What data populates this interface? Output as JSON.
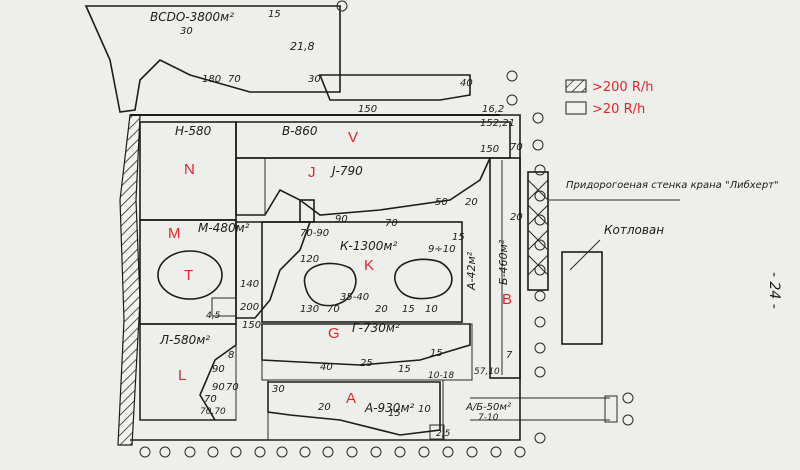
{
  "legend": {
    "high_label": ">200 R/h",
    "low_label": ">20 R/h"
  },
  "zones": [
    {
      "id": "N",
      "label": "N"
    },
    {
      "id": "V",
      "label": "V"
    },
    {
      "id": "J",
      "label": "J"
    },
    {
      "id": "M",
      "label": "M"
    },
    {
      "id": "T",
      "label": "T"
    },
    {
      "id": "K",
      "label": "K"
    },
    {
      "id": "B",
      "label": "B"
    },
    {
      "id": "G",
      "label": "G"
    },
    {
      "id": "L",
      "label": "L"
    },
    {
      "id": "A",
      "label": "A"
    }
  ],
  "annotations": {
    "area_top": "ВСDО-3800м²",
    "area_n": "Н-580",
    "area_v": "В-860",
    "area_j": "J-790",
    "area_m": "М-480м²",
    "area_k": "К-1300м²",
    "area_g": "Г-730м²",
    "area_l": "Л-580м²",
    "area_a": "А-930м²",
    "area_b": "Б-460м²",
    "area_vert": "А-42м²",
    "area_small": "А/Б-50м²",
    "note_crane": "Придорогоеная стенка крана \"Либхерт\"",
    "note_pit": "Котлован",
    "page_number": "- 24 -",
    "reading_218": "21,8",
    "reading_162": "16,2",
    "reading_152": "152,21",
    "reading_910": "9÷10",
    "reading_3540": "35-40",
    "reading_7090": "70-90",
    "reading_1018": "10-18",
    "reading_57": "57,10",
    "reading_710": "7-10",
    "reading_25": "2,5",
    "reading_40": "40",
    "reading_45": "4,5",
    "v_30a": "30",
    "v_15a": "15",
    "v_180": "180",
    "v_70a": "70",
    "v_30b": "30",
    "v_150a": "150",
    "v_40": "40",
    "v_150b": "150",
    "v_70b": "70",
    "v_50": "50",
    "v_20a": "20",
    "v_90": "90",
    "v_70c": "70",
    "v_20b": "20",
    "v_15b": "15",
    "v_120": "120",
    "v_140": "140",
    "v_200": "200",
    "v_130": "130",
    "v_70d": "70",
    "v_20c": "20",
    "v_15c": "15",
    "v_10a": "10",
    "v_150c": "150",
    "v_40b": "40",
    "v_25": "25",
    "v_15d": "15",
    "v_15e": "15",
    "v_7": "7",
    "v_30c": "30",
    "v_20d": "20",
    "v_15f": "15",
    "v_10b": "10",
    "v_90b": "90",
    "v_70e": "70",
    "v_90c": "90",
    "v_70f": "70",
    "v_770": "70,70",
    "v_8": "8"
  }
}
